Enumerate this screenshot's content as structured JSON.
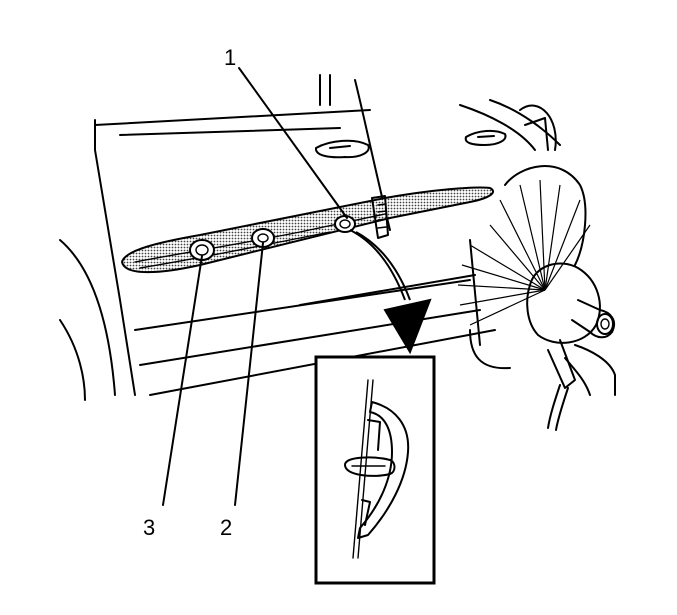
{
  "callouts": [
    {
      "id": "callout-1",
      "label": "1"
    },
    {
      "id": "callout-2",
      "label": "2"
    },
    {
      "id": "callout-3",
      "label": "3"
    }
  ],
  "colors": {
    "ink": "#000000",
    "paper": "#ffffff",
    "molding_fill": "#a9a9a9"
  }
}
